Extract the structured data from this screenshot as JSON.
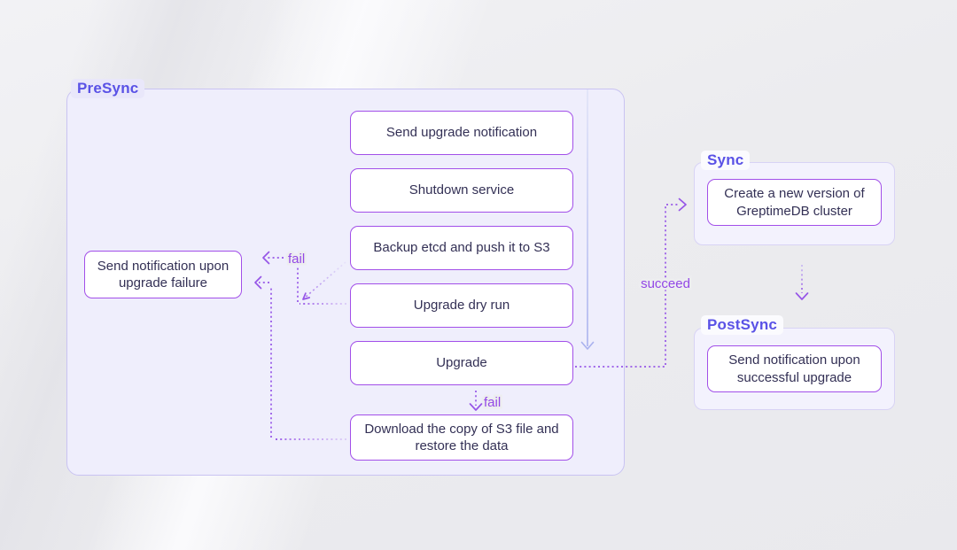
{
  "colors": {
    "page_background": "#ededf0",
    "group_fill": "#efeefc",
    "group_border": "#c9c3f2",
    "node_border": "#a24fe9",
    "node_text": "#333055",
    "heading": "#5a52e6",
    "edge": "#9655e7",
    "edge_label": "#9348e6",
    "flow_arrow": "#a9b1ee"
  },
  "presync": {
    "label": "PreSync",
    "steps": [
      "Send upgrade notification",
      "Shutdown service",
      "Backup etcd and push it to S3",
      "Upgrade dry run",
      "Upgrade",
      "Download the copy of S3 file and restore the data"
    ],
    "failure_step": "Send notification upon upgrade failure"
  },
  "sync": {
    "label": "Sync",
    "step": "Create a new version of GreptimeDB cluster"
  },
  "postsync": {
    "label": "PostSync",
    "step": "Send notification upon successful upgrade"
  },
  "edge_labels": {
    "fail": "fail",
    "succeed": "succeed"
  }
}
